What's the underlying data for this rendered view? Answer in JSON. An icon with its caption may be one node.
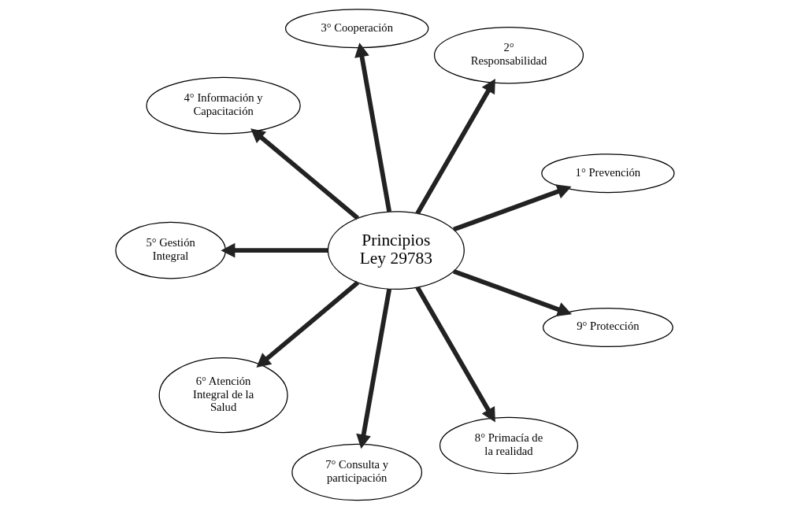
{
  "diagram": {
    "nodes": [
      {
        "text": [
          "Principios Ley 29783"
        ]
      },
      {
        "text": [
          "1° Prevención"
        ]
      },
      {
        "text": [
          "2° Responsabilidad"
        ]
      },
      {
        "text": [
          "3° Cooperación"
        ]
      },
      {
        "text": [
          "4° Información y Capacitación"
        ]
      },
      {
        "text": [
          "5° Gestión Integral"
        ]
      },
      {
        "text": [
          "6° Atención Integral de la Salud"
        ]
      },
      {
        "text": [
          "7° Consulta y participación"
        ]
      },
      {
        "text": [
          "8° Primacía de la realidad"
        ]
      },
      {
        "text": [
          "9° Protección"
        ]
      }
    ],
    "edges": [
      {
        "from": 0,
        "to": 1,
        "arrow": "to"
      },
      {
        "from": 0,
        "to": 2,
        "arrow": "to"
      },
      {
        "from": 0,
        "to": 3,
        "arrow": "to"
      },
      {
        "from": 0,
        "to": 4,
        "arrow": "to"
      },
      {
        "from": 0,
        "to": 5,
        "arrow": "to"
      },
      {
        "from": 0,
        "to": 6,
        "arrow": "to"
      },
      {
        "from": 0,
        "to": 7,
        "arrow": "to"
      },
      {
        "from": 0,
        "to": 8,
        "arrow": "to"
      },
      {
        "from": 0,
        "to": 9,
        "arrow": "to"
      }
    ]
  }
}
